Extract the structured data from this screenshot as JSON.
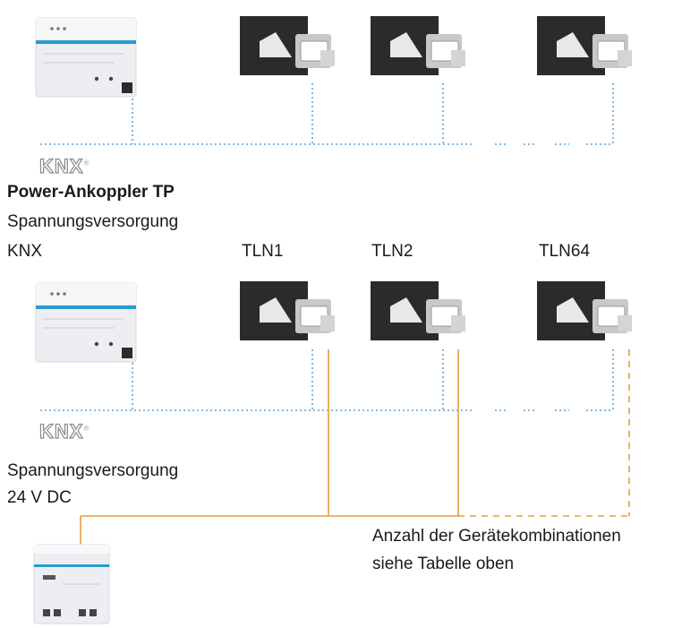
{
  "labels": {
    "power_coupler_title": "Power-Ankoppler TP",
    "power_coupler_line1": "Spannungsversorgung",
    "power_coupler_line2": "KNX",
    "tln1": "TLN1",
    "tln2": "TLN2",
    "tln64": "TLN64",
    "knx_supply_line1": "Spannungsversorgung",
    "knx_supply_line2": "24 V DC",
    "count_line1": "Anzahl der Gerätekombinationen",
    "count_line2": "siehe Tabelle oben",
    "knx_logo": "KNX"
  },
  "colors": {
    "bus_line": "#3a8fd0",
    "power_line": "#e0a040",
    "device_body": "#e9ecef",
    "device_stripe": "#2a9ad0",
    "panel_dark": "#2b2b2b"
  },
  "icons": {
    "power_supply_device": "din-rail-power-supply-icon",
    "participant_device": "knx-push-button-icon",
    "small_supply_device": "din-rail-24v-supply-icon"
  }
}
